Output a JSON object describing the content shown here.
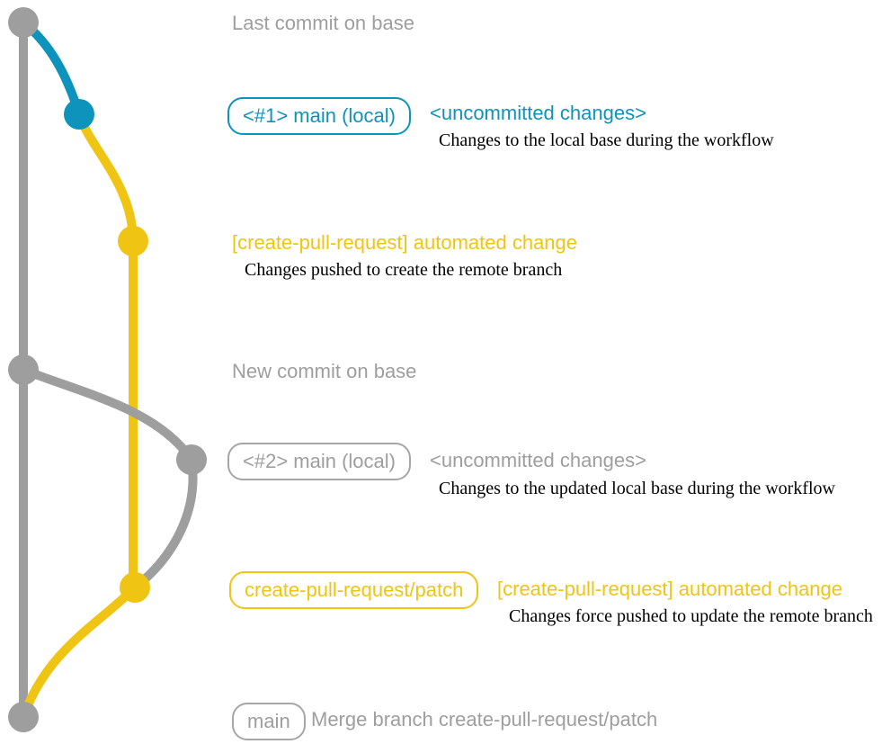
{
  "colors": {
    "base_gray": "#9E9E9E",
    "local_blue": "#0E93BD",
    "branch_yellow": "#F0C413",
    "note_black": "#000000"
  },
  "milestones": {
    "last_commit_on_base": "Last commit on base",
    "new_commit_on_base": "New commit on base"
  },
  "events": {
    "local1": {
      "branch_badge": "<#1> main (local)",
      "title": "<uncommitted changes>",
      "description": "Changes to the local base during the workflow"
    },
    "push1": {
      "title": "[create-pull-request] automated change",
      "description": "Changes pushed to create the remote branch"
    },
    "local2": {
      "branch_badge": "<#2> main (local)",
      "title": "<uncommitted changes>",
      "description": "Changes to the updated local base during the workflow"
    },
    "push2": {
      "branch_badge": "create-pull-request/patch",
      "title": "[create-pull-request] automated change",
      "description": "Changes force pushed to update the remote branch"
    },
    "merge": {
      "branch_badge": "main",
      "title": "Merge branch create-pull-request/patch"
    }
  },
  "graph": {
    "commits": [
      {
        "name": "last-commit-on-base",
        "color": "#9E9E9E"
      },
      {
        "name": "local-commit-1",
        "color": "#0E93BD"
      },
      {
        "name": "remote-branch-commit-1",
        "color": "#F0C413"
      },
      {
        "name": "new-commit-on-base",
        "color": "#9E9E9E"
      },
      {
        "name": "local-commit-2",
        "color": "#9E9E9E"
      },
      {
        "name": "remote-branch-commit-2",
        "color": "#F0C413"
      },
      {
        "name": "merge-commit",
        "color": "#9E9E9E"
      }
    ]
  }
}
